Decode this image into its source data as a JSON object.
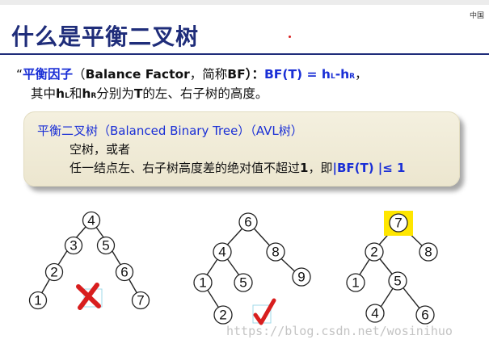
{
  "slide": {
    "corner_label": "中国",
    "title": "什么是平衡二叉树",
    "line1": {
      "prefix": "“",
      "term": "平衡因子",
      "paren_open": "（",
      "english": "Balance Factor",
      "comma": "，简称",
      "abbr": "BF",
      "paren_close": "）：",
      "formula_main": "BF(T) = h",
      "sub_l": "L",
      "dash": "-h",
      "sub_r": "R",
      "end": "，"
    },
    "line2": {
      "prefix": "其中",
      "h": "h",
      "sub_l": "L",
      "and": "和",
      "h2": "h",
      "sub_r": "R",
      "middle": "分别为",
      "t": "T",
      "end": "的左、右子树的高度。"
    },
    "box": {
      "line1": "平衡二叉树（Balanced Binary Tree）（AVL树）",
      "line2": "空树，或者",
      "line3_prefix": "任一结点左、右子树高度差的绝对值不超过",
      "line3_one": "1",
      "line3_mid": "，即",
      "line3_formula": "|BF(T) |≤ 1"
    },
    "watermark": "https://blog.csdn.net/wosinihuo",
    "colors": {
      "title": "#1f2d7a",
      "accent_blue": "#1a2fd6",
      "box_bg": "#efe9d3",
      "cross": "#d81e1e",
      "check": "#d81e1e",
      "highlight": "#ffe600"
    },
    "icons": [
      "cross-mark-icon",
      "check-mark-icon"
    ]
  },
  "trees": [
    {
      "nodes": [
        {
          "id": "4"
        },
        {
          "id": "3"
        },
        {
          "id": "5"
        },
        {
          "id": "2"
        },
        {
          "id": "6"
        },
        {
          "id": "1"
        },
        {
          "id": "7"
        }
      ],
      "verdict": "not-balanced"
    },
    {
      "nodes": [
        {
          "id": "6"
        },
        {
          "id": "4"
        },
        {
          "id": "8"
        },
        {
          "id": "1"
        },
        {
          "id": "5"
        },
        {
          "id": "9"
        },
        {
          "id": "2"
        }
      ],
      "verdict": "balanced"
    },
    {
      "nodes": [
        {
          "id": "7",
          "highlighted": true
        },
        {
          "id": "2"
        },
        {
          "id": "8"
        },
        {
          "id": "1"
        },
        {
          "id": "5"
        },
        {
          "id": "4"
        },
        {
          "id": "6"
        }
      ],
      "verdict": "not-balanced"
    }
  ]
}
